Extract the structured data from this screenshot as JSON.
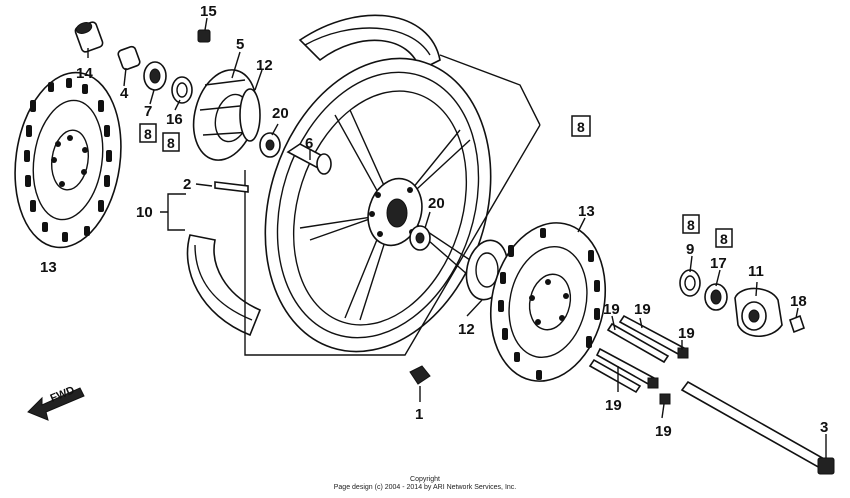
{
  "diagram": {
    "labels": {
      "p15": "15",
      "p5": "5",
      "p14": "14",
      "p4": "4",
      "p12a": "12",
      "p7": "7",
      "p16": "16",
      "p20a": "20",
      "p6": "6",
      "p2": "2",
      "p10": "10",
      "p13a": "13",
      "p20b": "20",
      "p13b": "13",
      "p12b": "12",
      "p9": "9",
      "p17": "17",
      "p11": "11",
      "p18": "18",
      "p19a": "19",
      "p19b": "19",
      "p19c": "19",
      "p19d": "19",
      "p19e": "19",
      "p1": "1",
      "p3": "3"
    },
    "boxed_labels": {
      "b1": "8",
      "b2": "8",
      "b3": "8",
      "b4": "8",
      "b5": "8"
    },
    "fwd": "FWD"
  },
  "footer": {
    "line1": "Copyright",
    "line2": "Page design (c) 2004 - 2014 by ARI Network Services, Inc."
  }
}
